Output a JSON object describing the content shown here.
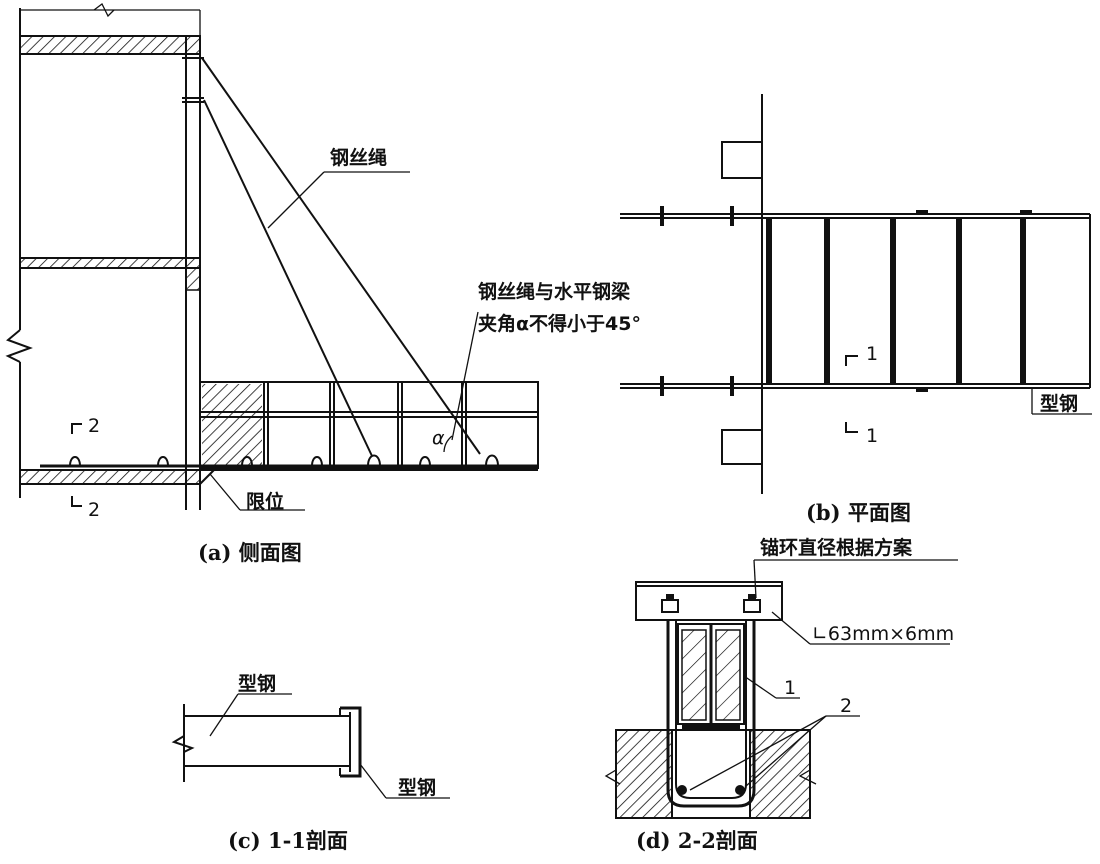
{
  "captions": {
    "side": "(a) 侧面图",
    "plan": "(b) 平面图",
    "sec11": "(c) 1-1剖面",
    "sec22": "(d) 2-2剖面"
  },
  "labels": {
    "wire_rope": "钢丝绳",
    "angle_note_1": "钢丝绳与水平钢梁",
    "angle_note_2": "夹角α不得小于45°",
    "alpha": "α",
    "limit": "限位",
    "steel_section": "型钢",
    "anchor_ring": "锚环直径根据方案",
    "angle_steel": "∟63mm×6mm"
  },
  "section_marks": {
    "two": "2",
    "one": "1"
  }
}
